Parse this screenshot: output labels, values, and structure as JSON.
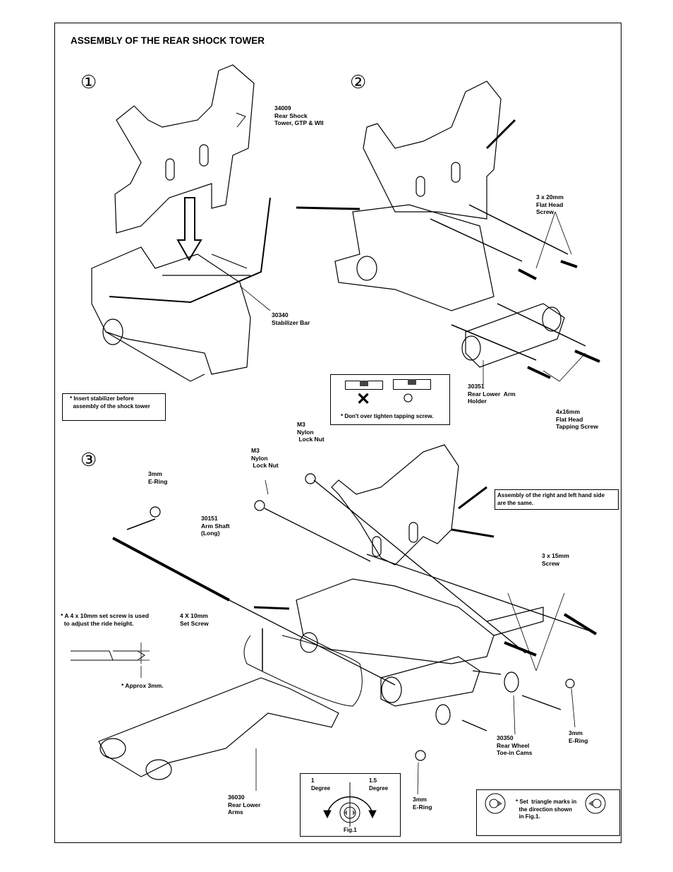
{
  "title": "ASSEMBLY OF THE REAR SHOCK TOWER",
  "steps": [
    "①",
    "②",
    "③"
  ],
  "step1": {
    "part_tower": {
      "number": "34009",
      "line1": "Rear Shock",
      "line2": "Tower, GTP & WII"
    },
    "part_stabilizer": {
      "number": "30340",
      "line1": "Stabilizer Bar"
    },
    "note_line1": "* Insert stabilizer before",
    "note_line2": "assembly of the shock tower"
  },
  "step2": {
    "screw_20": {
      "line1": "3 x 20mm",
      "line2": "Flat Head",
      "line3": "Screw"
    },
    "arm_holder": {
      "number": "30351",
      "line1": "Rear Lower  Arm",
      "line2": "Holder"
    },
    "tapping_screw": {
      "line1": "4x16mm",
      "line2": "Flat Head",
      "line3": "Tapping Screw"
    },
    "tighten_note": "* Don't over tighten tapping screw.",
    "wrong_mark": "✕",
    "right_mark": "○"
  },
  "step3": {
    "lock_nut_a": {
      "line1": "M3",
      "line2": "Nylon",
      "line3": " Lock Nut"
    },
    "lock_nut_b": {
      "line1": "M3",
      "line2": "Nylon",
      "line3": " Lock Nut"
    },
    "ering_top": {
      "line1": "3mm",
      "line2": "E-Ring"
    },
    "arm_shaft": {
      "number": "30151",
      "line1": "Arm Shaft",
      "line2": "(Long)"
    },
    "same_note_line1": "Assembly of the right and left hand side",
    "same_note_line2": "are the same.",
    "screw_15": {
      "line1": "3 x 15mm",
      "line2": "Screw"
    },
    "set_screw_note_line1": "* A 4 x 10mm set screw is used",
    "set_screw_note_line2": "  to adjust the ride height.",
    "set_screw": {
      "line1": "4 X 10mm",
      "line2": "Set Screw"
    },
    "approx": "* Approx 3mm.",
    "toe_cams": {
      "number": "30350",
      "line1": "Rear Wheel",
      "line2": "Toe-in Cams"
    },
    "ering_right": {
      "line1": "3mm",
      "line2": "E-Ring"
    },
    "lower_arms": {
      "number": "36030",
      "line1": "Rear Lower",
      "line2": "Arms"
    },
    "ering_bottom": {
      "line1": "3mm",
      "line2": "E-Ring"
    },
    "fig": {
      "left": "1\nDegree",
      "right": "1.5\nDegree",
      "caption": "Fig.1"
    },
    "triangle_note_line1": "* Set  triangle marks in",
    "triangle_note_line2": "the direction shown",
    "triangle_note_line3": "in Fig.1."
  }
}
